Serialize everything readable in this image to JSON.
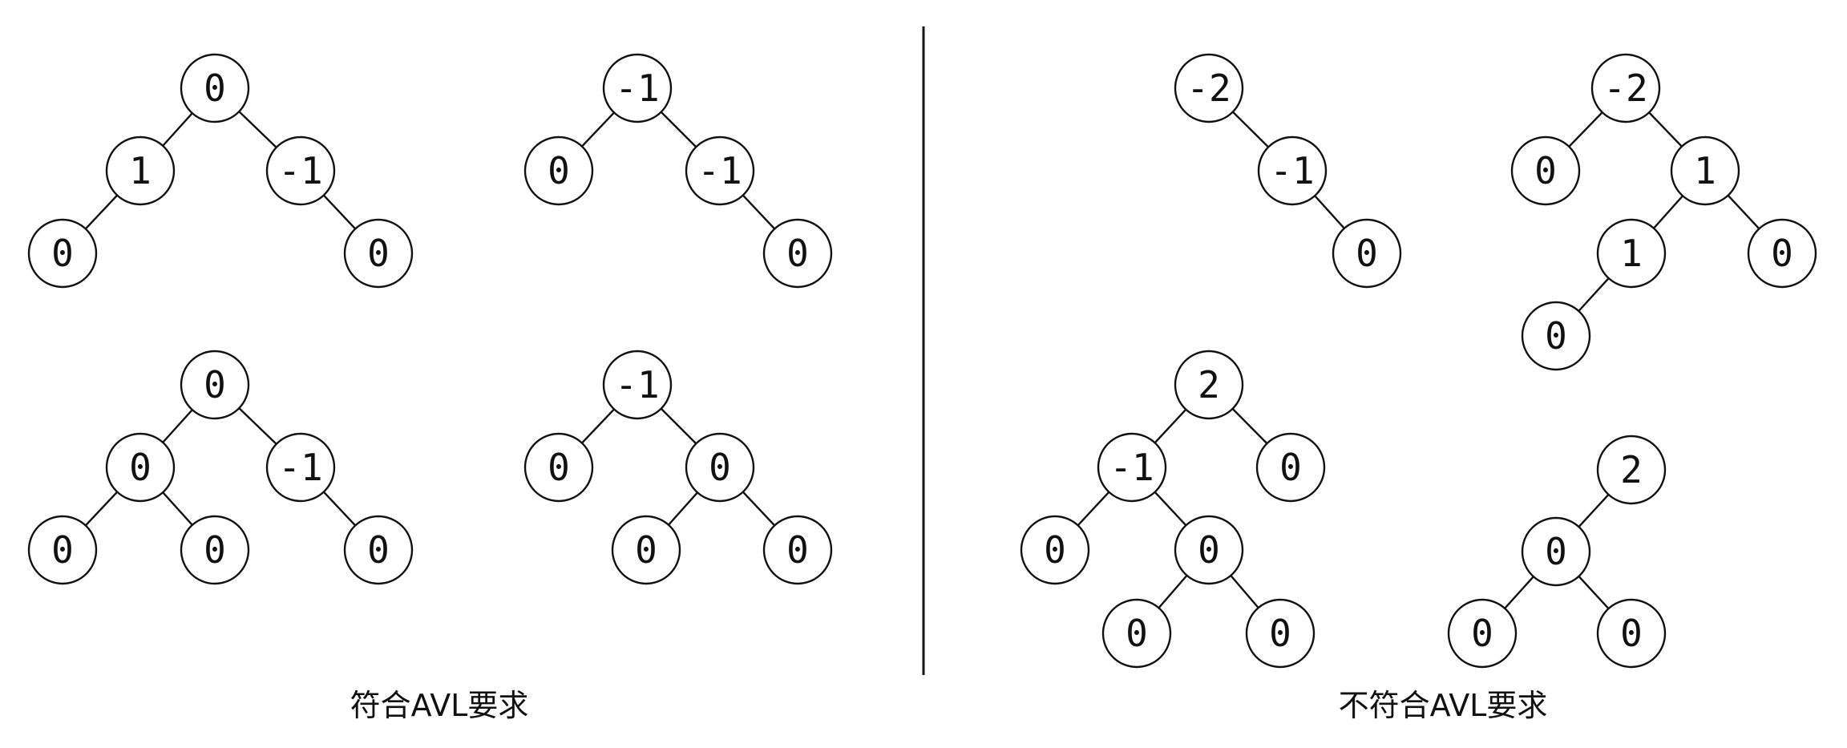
{
  "groups": [
    {
      "caption": "符合AVL要求",
      "trees": [
        {
          "id": "v1",
          "nodes": [
            "0",
            "1",
            "-1",
            "0",
            "0"
          ]
        },
        {
          "id": "v2",
          "nodes": [
            "-1",
            "0",
            "-1",
            "0"
          ]
        },
        {
          "id": "v3",
          "nodes": [
            "0",
            "0",
            "-1",
            "0",
            "0",
            "0"
          ]
        },
        {
          "id": "v4",
          "nodes": [
            "-1",
            "0",
            "0",
            "0",
            "0"
          ]
        }
      ]
    },
    {
      "caption": "不符合AVL要求",
      "trees": [
        {
          "id": "i1",
          "nodes": [
            "-2",
            "-1",
            "0"
          ]
        },
        {
          "id": "i2",
          "nodes": [
            "-2",
            "0",
            "1",
            "1",
            "0",
            "0"
          ]
        },
        {
          "id": "i3",
          "nodes": [
            "2",
            "-1",
            "0",
            "0",
            "0",
            "0",
            "0"
          ]
        },
        {
          "id": "i4",
          "nodes": [
            "2",
            "0",
            "0",
            "0"
          ]
        }
      ]
    }
  ]
}
